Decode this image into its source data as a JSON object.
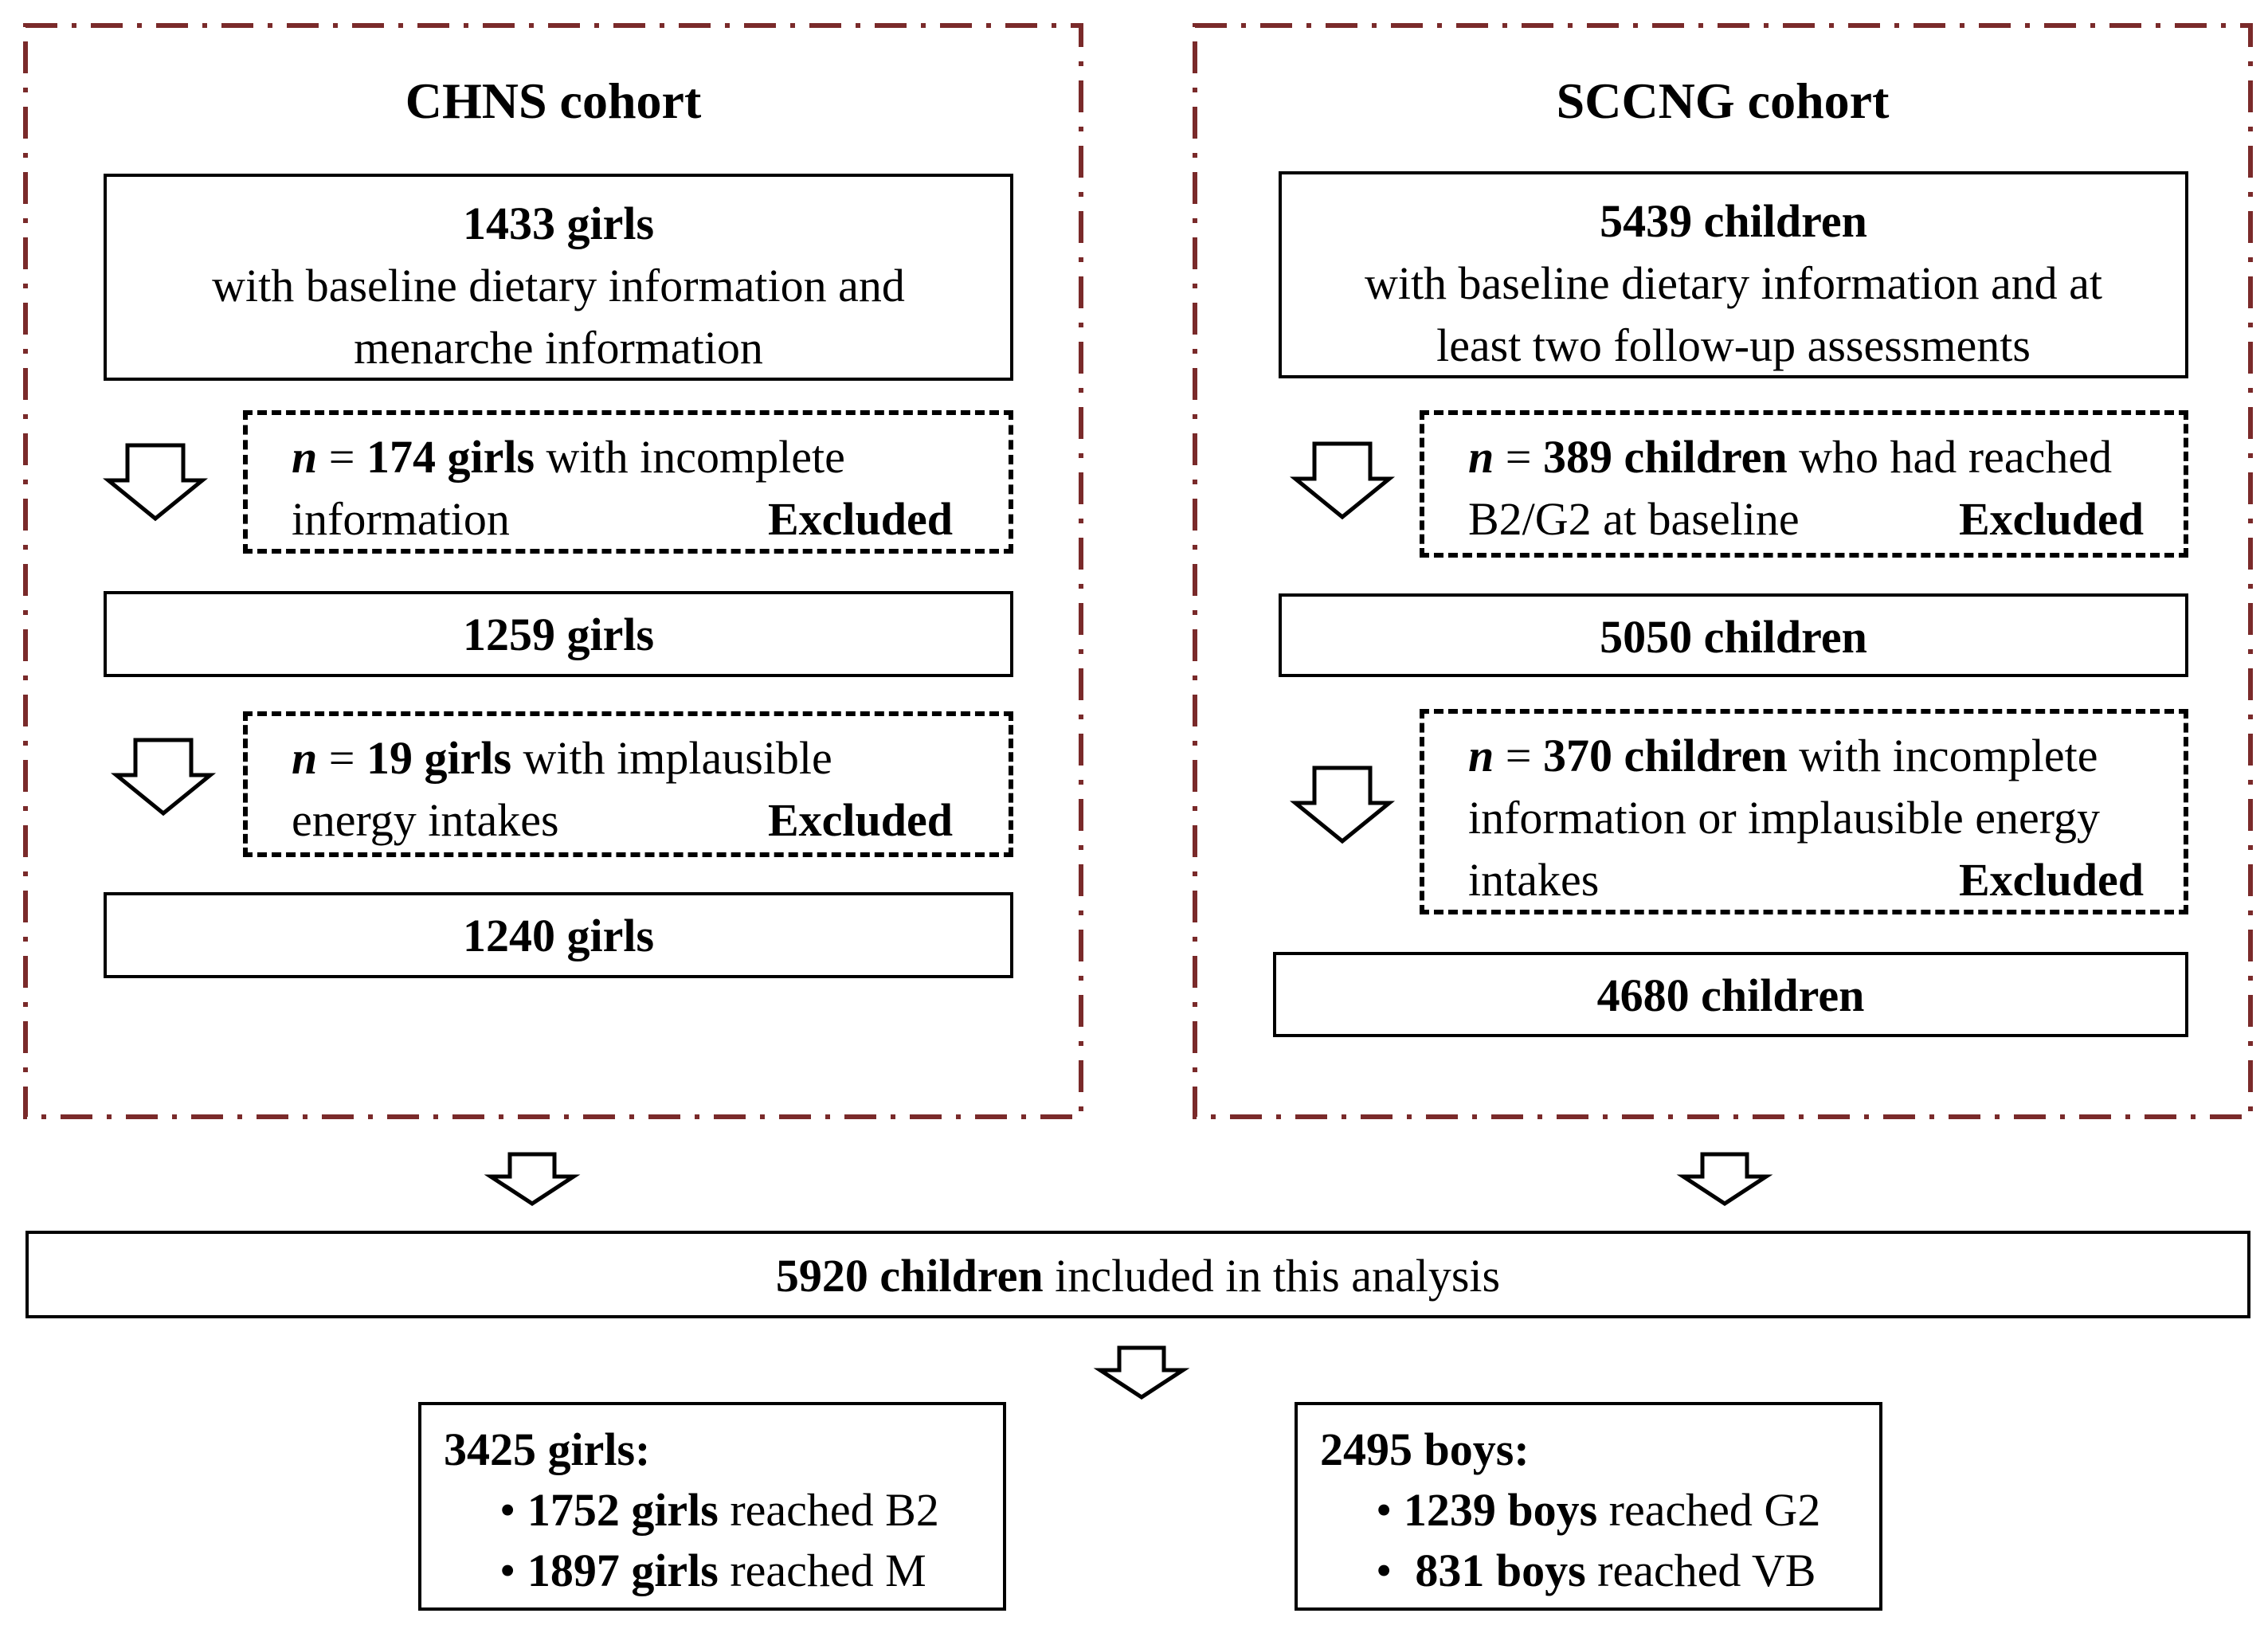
{
  "left": {
    "title": "CHNS cohort",
    "start": {
      "count": "1433 girls",
      "line1": "with baseline dietary information and",
      "line2": "menarche information"
    },
    "excl1": {
      "n_label": "n",
      "eq": " = ",
      "count": "174 girls",
      "rest1": " with incomplete",
      "rest2": "information",
      "tag": "Excluded"
    },
    "mid": "1259 girls",
    "excl2": {
      "n_label": "n",
      "eq": " = ",
      "count": "19 girls",
      "rest1": " with implausible",
      "rest2": "energy intakes",
      "tag": "Excluded"
    },
    "final": "1240 girls"
  },
  "right": {
    "title": "SCCNG cohort",
    "start": {
      "count": "5439 children",
      "line1": "with baseline dietary information and at",
      "line2": "least two follow-up assessments"
    },
    "excl1": {
      "n_label": "n",
      "eq": " = ",
      "count": "389 children",
      "rest1": " who had reached",
      "rest2": "B2/G2 at baseline",
      "tag": "Excluded"
    },
    "mid": "5050 children",
    "excl2": {
      "n_label": "n",
      "eq": " = ",
      "count": "370 children",
      "rest1": " with incomplete",
      "rest2": "information or implausible energy",
      "rest3": "intakes",
      "tag": "Excluded"
    },
    "final": "4680 children"
  },
  "combined": {
    "count": "5920 children",
    "rest": " included in this analysis"
  },
  "girls": {
    "head": "3425 girls:",
    "items": [
      {
        "bullet": "•",
        "count": "1752 girls",
        "rest": " reached B2"
      },
      {
        "bullet": "•",
        "count": "1897 girls",
        "rest": " reached M"
      }
    ]
  },
  "boys": {
    "head": "2495 boys:",
    "items": [
      {
        "bullet": "•",
        "count": "1239 boys",
        "rest": " reached G2"
      },
      {
        "bullet": "•",
        "count": "831 boys",
        "rest": " reached VB"
      }
    ]
  },
  "colors": {
    "cohort_border": "#7a2a2a",
    "line": "#000000"
  }
}
